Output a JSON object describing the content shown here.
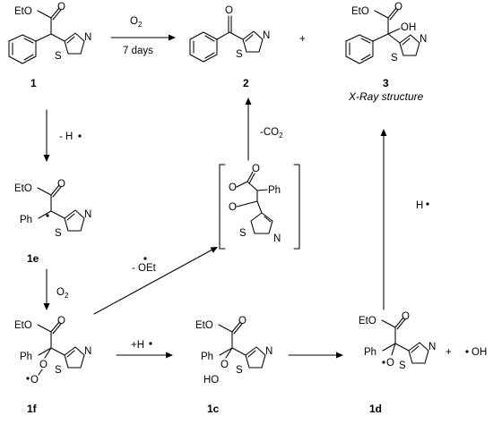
{
  "atoms": {
    "EtO": "EtO",
    "O": "O",
    "S": "S",
    "N": "N",
    "OH": "OH",
    "HO": "HO",
    "Ph": "Ph"
  },
  "compounds": {
    "c1": "1",
    "c2": "2",
    "c3": "3",
    "c1e": "1e",
    "c1f": "1f",
    "c1c": "1c",
    "c1d": "1d"
  },
  "xray_note": "X-Ray structure",
  "conditions": {
    "o2_top": "O",
    "o2_top_sub": "2",
    "days": "7 days",
    "minus_h": "- H",
    "o2_mid": "O",
    "o2_mid_sub": "2",
    "minus_oet": "- OEt",
    "minus_co2": "-CO",
    "minus_co2_sub": "2",
    "plus_h": "+H",
    "h_rad": "H",
    "plus": "+",
    "oh_rad": "OH"
  }
}
